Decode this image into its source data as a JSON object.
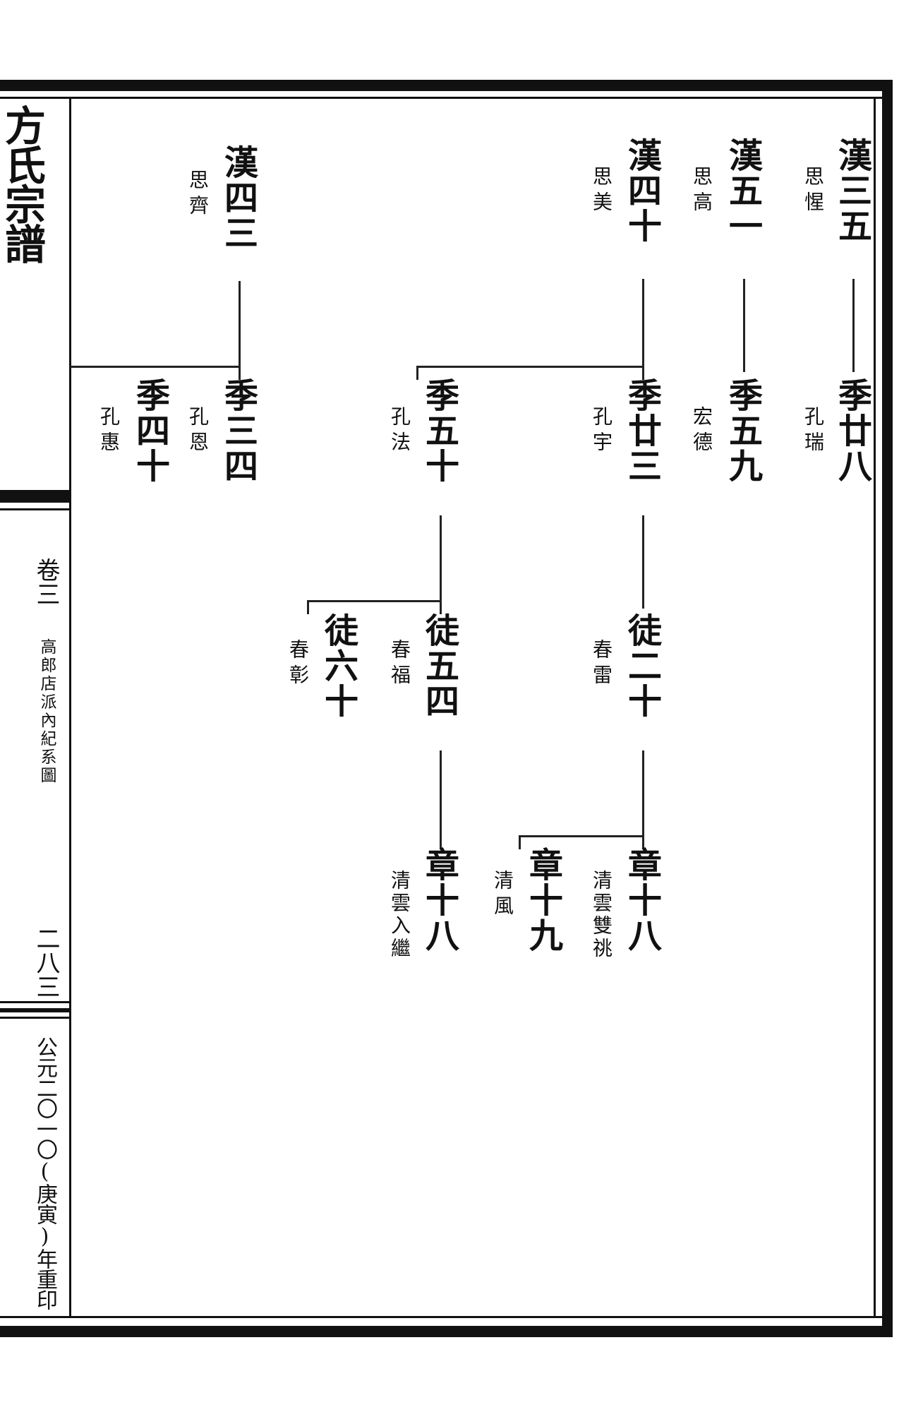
{
  "book": {
    "title": "方氏宗譜",
    "volume": "卷三",
    "section": "高郎店派內紀系圖",
    "page_number": "二八三",
    "reprint_note": "公元二〇一〇(庚寅)年重印"
  },
  "nodes": {
    "han35": {
      "name": "漢三五",
      "courtesy": "思惺"
    },
    "han51": {
      "name": "漢五一",
      "courtesy": "思高"
    },
    "han40": {
      "name": "漢四十",
      "courtesy": "思美"
    },
    "han43": {
      "name": "漢四三",
      "courtesy": "思齊"
    },
    "ji28": {
      "name": "季廿八",
      "courtesy": "孔瑞"
    },
    "ji59": {
      "name": "季五九",
      "courtesy": "宏德"
    },
    "ji23": {
      "name": "季廿三",
      "courtesy": "孔宇"
    },
    "ji50": {
      "name": "季五十",
      "courtesy": "孔法"
    },
    "ji34": {
      "name": "季三四",
      "courtesy": "孔恩"
    },
    "ji40": {
      "name": "季四十",
      "courtesy": "孔惠"
    },
    "tu20": {
      "name": "徒二十",
      "courtesy": "春雷"
    },
    "tu54": {
      "name": "徒五四",
      "courtesy": "春福"
    },
    "tu60": {
      "name": "徒六十",
      "courtesy": "春彰"
    },
    "zhang18a": {
      "name": "章十八",
      "courtesy": "清雲雙祧"
    },
    "zhang19": {
      "name": "章十九",
      "courtesy": "清風"
    },
    "zhang18b": {
      "name": "章十八",
      "courtesy": "清雲入繼"
    }
  }
}
